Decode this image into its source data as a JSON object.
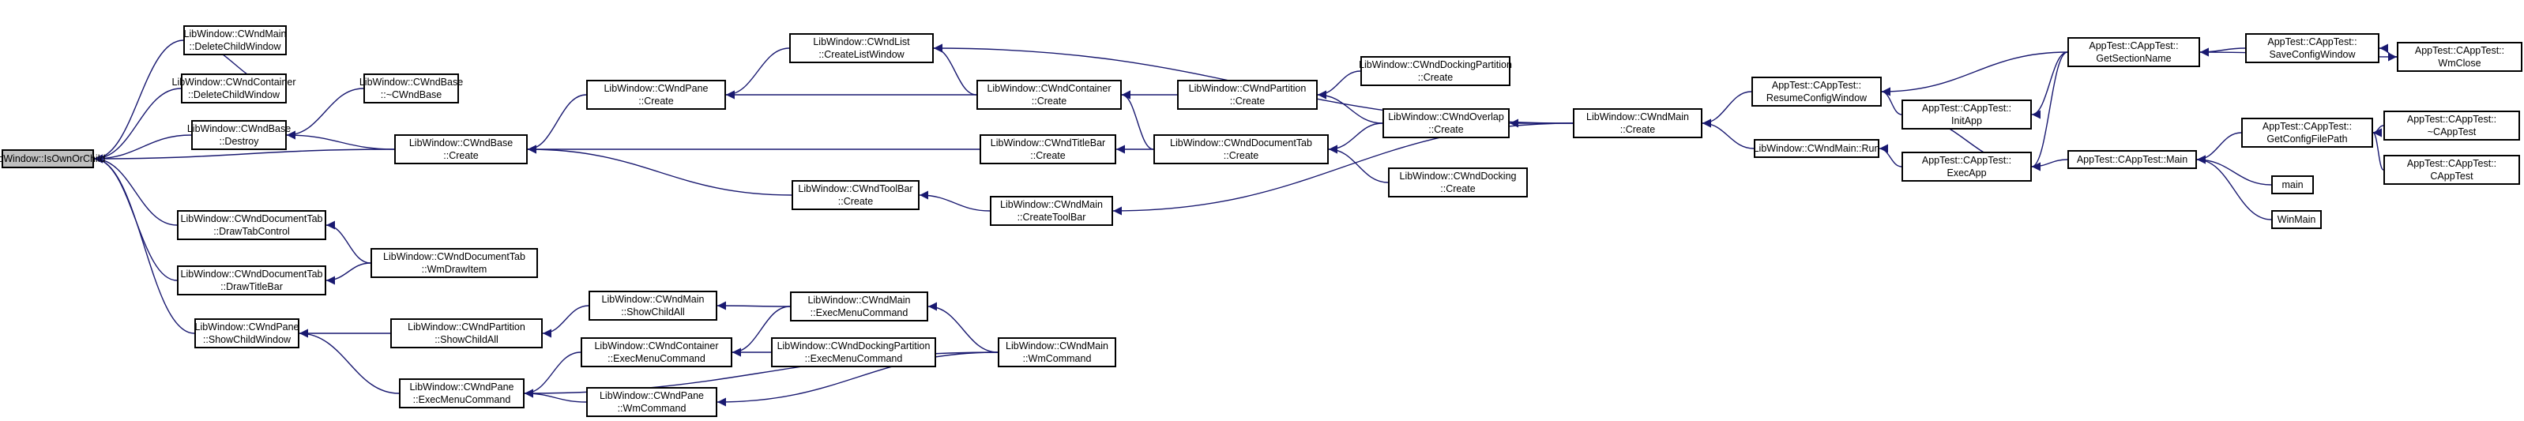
{
  "graph": {
    "nodes": [
      {
        "id": "root",
        "lines": [
          "LibWindow::IsOwnOrChild"
        ],
        "root": true
      },
      {
        "id": "n1",
        "lines": [
          "LibWindow::CWndMain",
          "::DeleteChildWindow"
        ]
      },
      {
        "id": "n2",
        "lines": [
          "LibWindow::CWndContainer",
          "::DeleteChildWindow"
        ]
      },
      {
        "id": "n3",
        "lines": [
          "LibWindow::CWndBase",
          "::Destroy"
        ]
      },
      {
        "id": "n4",
        "lines": [
          "LibWindow::CWndBase",
          "::~CWndBase"
        ]
      },
      {
        "id": "n5",
        "lines": [
          "LibWindow::CWndBase",
          "::Create"
        ]
      },
      {
        "id": "n6",
        "lines": [
          "LibWindow::CWndPane",
          "::Create"
        ]
      },
      {
        "id": "n7",
        "lines": [
          "LibWindow::CWndList",
          "::CreateListWindow"
        ]
      },
      {
        "id": "n8",
        "lines": [
          "LibWindow::CWndContainer",
          "::Create"
        ]
      },
      {
        "id": "n9",
        "lines": [
          "LibWindow::CWndPartition",
          "::Create"
        ]
      },
      {
        "id": "n10",
        "lines": [
          "LibWindow::CWndDockingPartition",
          "::Create"
        ]
      },
      {
        "id": "n11",
        "lines": [
          "LibWindow::CWndOverlap",
          "::Create"
        ]
      },
      {
        "id": "n12",
        "lines": [
          "LibWindow::CWndMain",
          "::Create"
        ]
      },
      {
        "id": "n13",
        "lines": [
          "AppTest::CAppTest::",
          "ResumeConfigWindow"
        ]
      },
      {
        "id": "n14",
        "lines": [
          "AppTest::CAppTest::",
          "GetSectionName"
        ]
      },
      {
        "id": "n15",
        "lines": [
          "AppTest::CAppTest::",
          "SaveConfigWindow"
        ]
      },
      {
        "id": "n16",
        "lines": [
          "AppTest::CAppTest::",
          "WmClose"
        ]
      },
      {
        "id": "n17",
        "lines": [
          "AppTest::CAppTest::",
          "InitApp"
        ]
      },
      {
        "id": "n18",
        "lines": [
          "LibWindow::CWndMain::Run"
        ]
      },
      {
        "id": "n19",
        "lines": [
          "AppTest::CAppTest::",
          "ExecApp"
        ]
      },
      {
        "id": "n20",
        "lines": [
          "AppTest::CAppTest::Main"
        ]
      },
      {
        "id": "n21",
        "lines": [
          "AppTest::CAppTest::",
          "GetConfigFilePath"
        ]
      },
      {
        "id": "n22",
        "lines": [
          "AppTest::CAppTest::",
          "~CAppTest"
        ]
      },
      {
        "id": "n23",
        "lines": [
          "AppTest::CAppTest::",
          "CAppTest"
        ]
      },
      {
        "id": "n24",
        "lines": [
          "main"
        ]
      },
      {
        "id": "n25",
        "lines": [
          "WinMain"
        ]
      },
      {
        "id": "n26",
        "lines": [
          "LibWindow::CWndTitleBar",
          "::Create"
        ]
      },
      {
        "id": "n27",
        "lines": [
          "LibWindow::CWndDocumentTab",
          "::Create"
        ]
      },
      {
        "id": "n28",
        "lines": [
          "LibWindow::CWndDocking",
          "::Create"
        ]
      },
      {
        "id": "n29",
        "lines": [
          "LibWindow::CWndToolBar",
          "::Create"
        ]
      },
      {
        "id": "n30",
        "lines": [
          "LibWindow::CWndMain",
          "::CreateToolBar"
        ]
      },
      {
        "id": "n31",
        "lines": [
          "LibWindow::CWndDocumentTab",
          "::DrawTabControl"
        ]
      },
      {
        "id": "n32",
        "lines": [
          "LibWindow::CWndDocumentTab",
          "::WmDrawItem"
        ]
      },
      {
        "id": "n33",
        "lines": [
          "LibWindow::CWndDocumentTab",
          "::DrawTitleBar"
        ]
      },
      {
        "id": "n34",
        "lines": [
          "LibWindow::CWndPane",
          "::ShowChildWindow"
        ]
      },
      {
        "id": "n35",
        "lines": [
          "LibWindow::CWndPartition",
          "::ShowChildAll"
        ]
      },
      {
        "id": "n36",
        "lines": [
          "LibWindow::CWndMain",
          "::ShowChildAll"
        ]
      },
      {
        "id": "n37",
        "lines": [
          "LibWindow::CWndMain",
          "::ExecMenuCommand"
        ]
      },
      {
        "id": "n38",
        "lines": [
          "LibWindow::CWndContainer",
          "::ExecMenuCommand"
        ]
      },
      {
        "id": "n39",
        "lines": [
          "LibWindow::CWndDockingPartition",
          "::ExecMenuCommand"
        ]
      },
      {
        "id": "n40",
        "lines": [
          "LibWindow::CWndPane",
          "::ExecMenuCommand"
        ]
      },
      {
        "id": "n41",
        "lines": [
          "LibWindow::CWndMain",
          "::WmCommand"
        ]
      },
      {
        "id": "n42",
        "lines": [
          "LibWindow::CWndPane",
          "::WmCommand"
        ]
      }
    ],
    "edges": [
      [
        "n1",
        "root"
      ],
      [
        "n2",
        "root"
      ],
      [
        "n3",
        "root"
      ],
      [
        "n5",
        "root"
      ],
      [
        "n31",
        "root"
      ],
      [
        "n33",
        "root"
      ],
      [
        "n34",
        "root"
      ],
      [
        "n2",
        "n1"
      ],
      [
        "n4",
        "n3"
      ],
      [
        "n5",
        "n3"
      ],
      [
        "n6",
        "n5"
      ],
      [
        "n26",
        "n5"
      ],
      [
        "n29",
        "n5"
      ],
      [
        "n7",
        "n6"
      ],
      [
        "n8",
        "n6"
      ],
      [
        "n8",
        "n7"
      ],
      [
        "n12",
        "n7"
      ],
      [
        "n9",
        "n8"
      ],
      [
        "n27",
        "n8"
      ],
      [
        "n10",
        "n9"
      ],
      [
        "n11",
        "n9"
      ],
      [
        "n12",
        "n11"
      ],
      [
        "n13",
        "n12"
      ],
      [
        "n18",
        "n12"
      ],
      [
        "n14",
        "n13"
      ],
      [
        "n17",
        "n13"
      ],
      [
        "n15",
        "n14"
      ],
      [
        "n16",
        "n14"
      ],
      [
        "n16",
        "n15"
      ],
      [
        "n15",
        "n16"
      ],
      [
        "n14",
        "n17"
      ],
      [
        "n19",
        "n17"
      ],
      [
        "n19",
        "n18"
      ],
      [
        "n14",
        "n19"
      ],
      [
        "n20",
        "n19"
      ],
      [
        "n21",
        "n20"
      ],
      [
        "n24",
        "n20"
      ],
      [
        "n25",
        "n20"
      ],
      [
        "n22",
        "n21"
      ],
      [
        "n23",
        "n21"
      ],
      [
        "n27",
        "n26"
      ],
      [
        "n11",
        "n27"
      ],
      [
        "n28",
        "n27"
      ],
      [
        "n30",
        "n29"
      ],
      [
        "n12",
        "n30"
      ],
      [
        "n32",
        "n31"
      ],
      [
        "n32",
        "n33"
      ],
      [
        "n35",
        "n34"
      ],
      [
        "n40",
        "n34"
      ],
      [
        "n36",
        "n35"
      ],
      [
        "n37",
        "n36"
      ],
      [
        "n38",
        "n40"
      ],
      [
        "n37",
        "n38"
      ],
      [
        "n39",
        "n38"
      ],
      [
        "n41",
        "n37"
      ],
      [
        "n41",
        "n40"
      ],
      [
        "n42",
        "n40"
      ],
      [
        "n41",
        "n42"
      ]
    ]
  }
}
